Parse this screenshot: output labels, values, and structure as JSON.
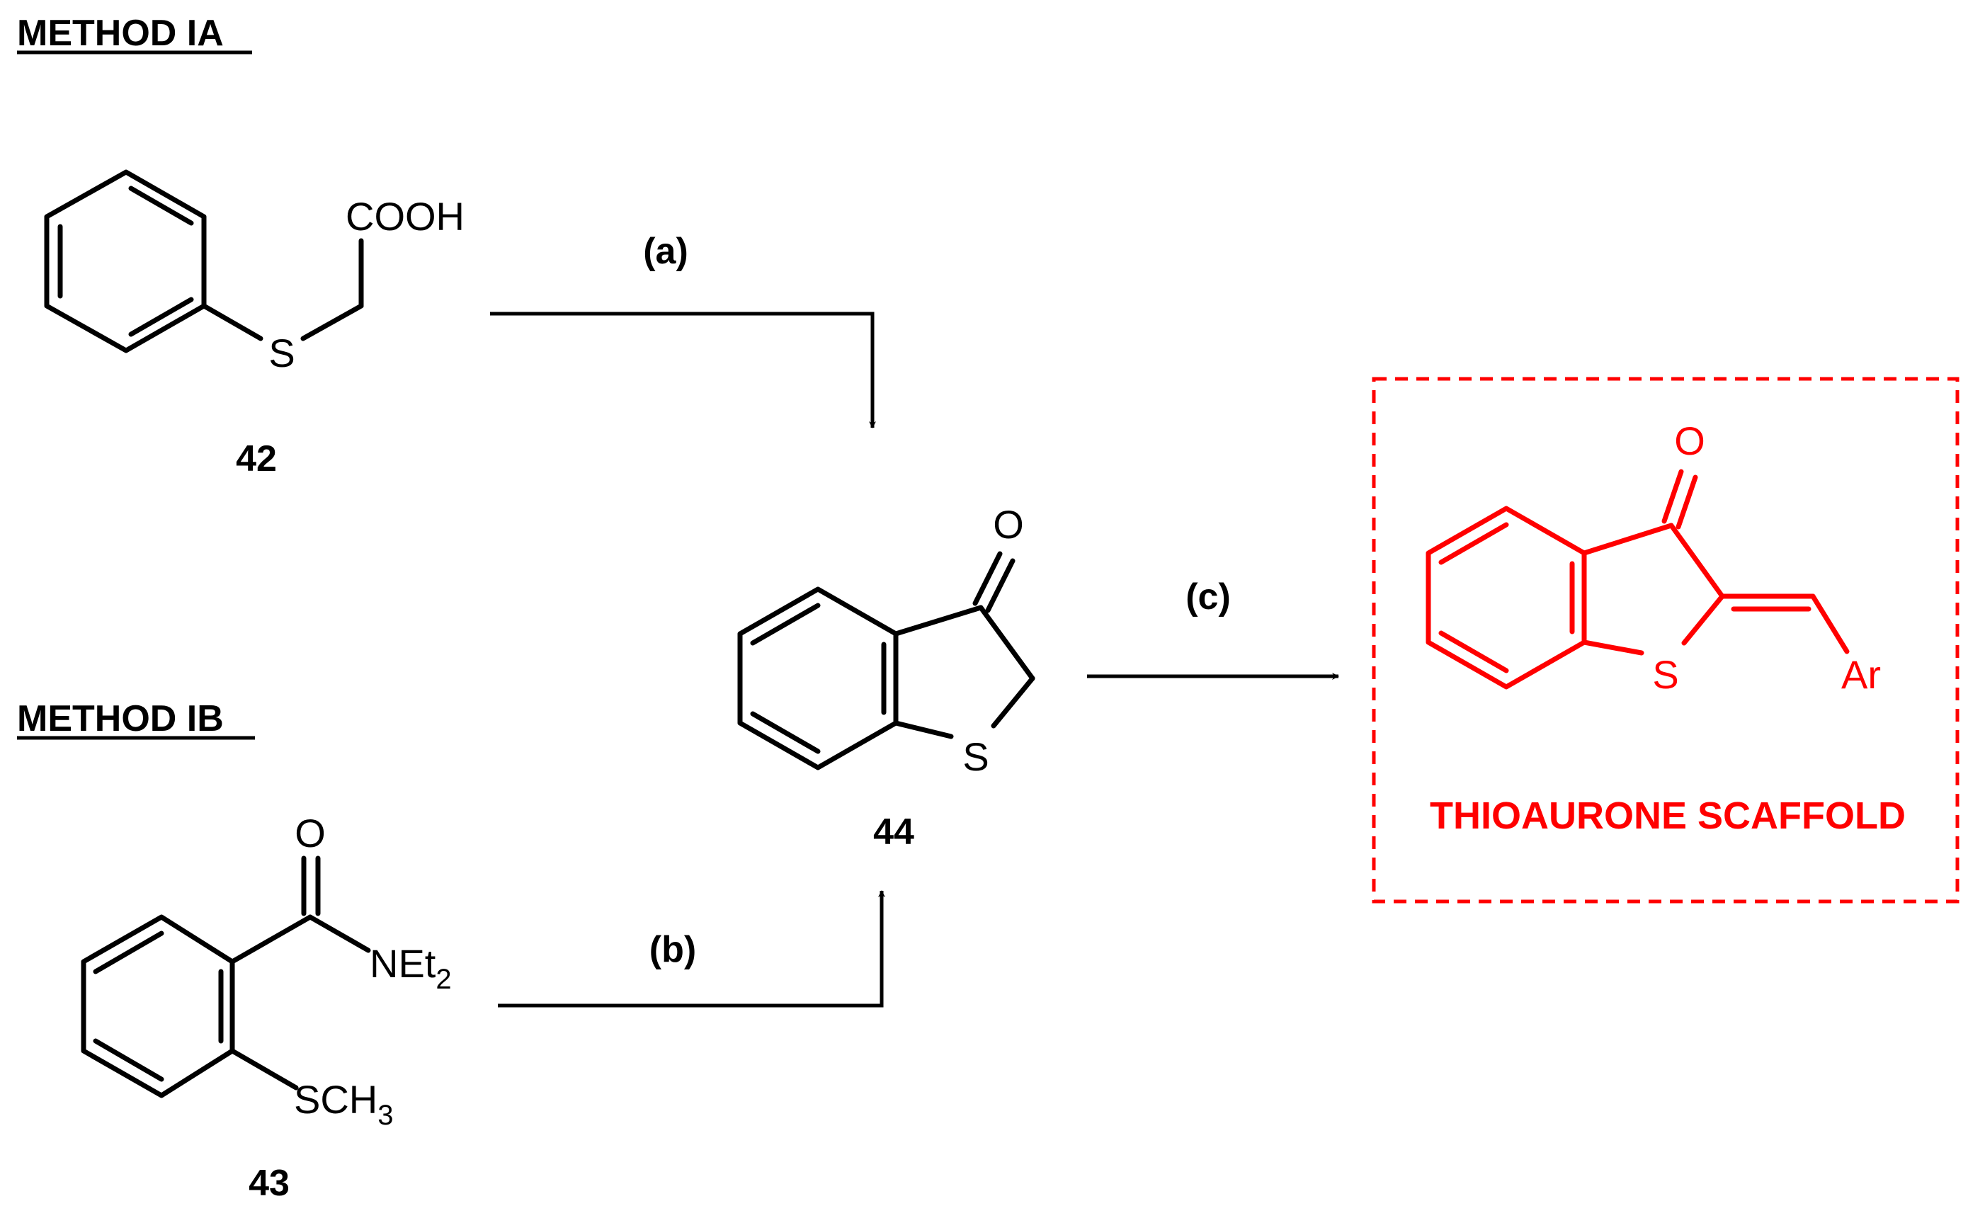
{
  "methods": {
    "ia_label": "METHOD IA",
    "ib_label": "METHOD IB"
  },
  "compounds": {
    "c42": {
      "number": "42",
      "atoms": {
        "carboxyl": "COOH",
        "sulfur": "S"
      }
    },
    "c43": {
      "number": "43",
      "atoms": {
        "oxygen": "O",
        "amide_n": "NEt",
        "amide_sub": "2",
        "thio": "SCH",
        "thio_sub": "3"
      }
    },
    "c44": {
      "number": "44",
      "atoms": {
        "oxygen": "O",
        "sulfur": "S"
      }
    },
    "thioaurone": {
      "label": "THIOAURONE SCAFFOLD",
      "atoms": {
        "oxygen": "O",
        "sulfur": "S",
        "aryl": "Ar"
      }
    }
  },
  "conditions": {
    "a": "(a)",
    "b": "(b)",
    "c": "(c)"
  },
  "colors": {
    "highlight": "#ff0000",
    "ink": "#000000"
  }
}
